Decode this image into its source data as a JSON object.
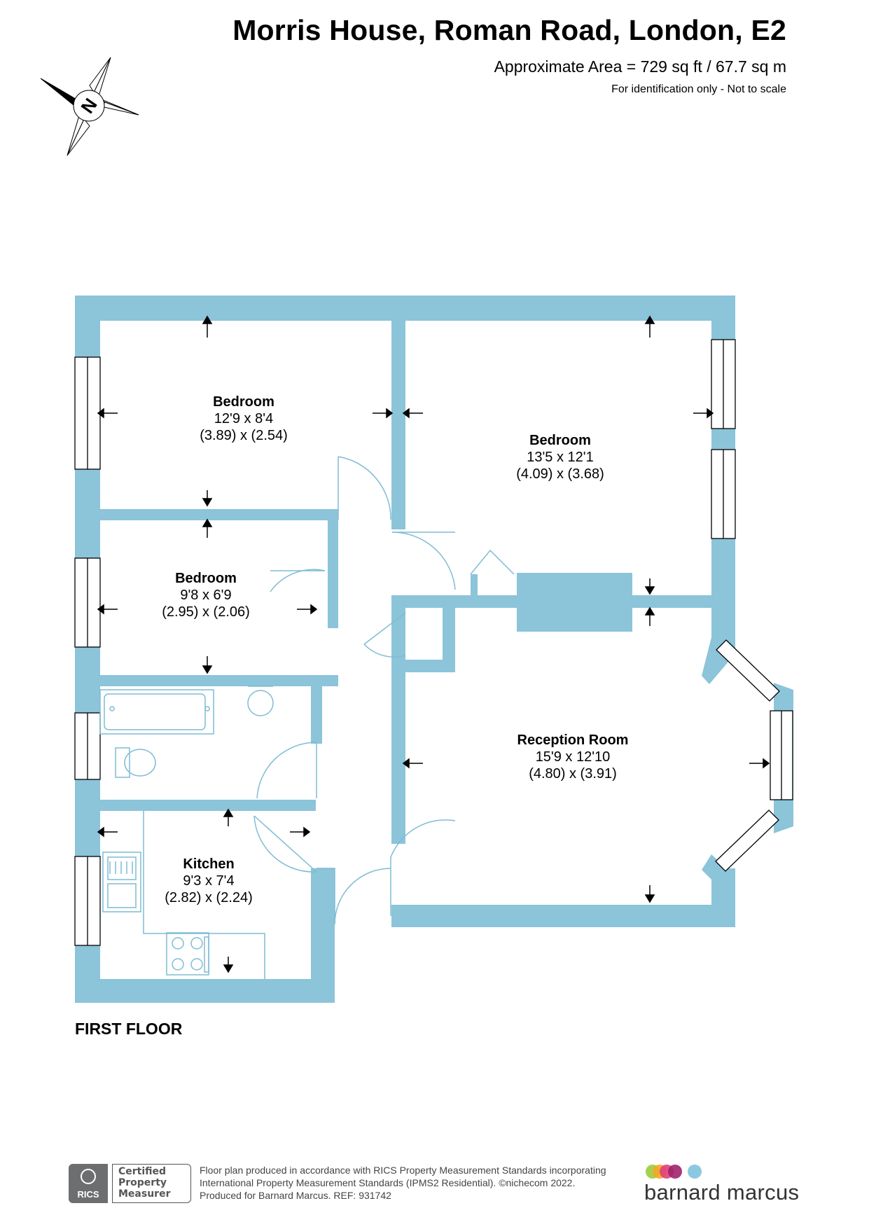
{
  "header": {
    "title": "Morris House, Roman Road, London, E2",
    "area": "Approximate Area = 729 sq ft / 67.7 sq m",
    "note": "For identification only - Not to scale"
  },
  "compass": {
    "label": "N",
    "icon": "compass-north-icon"
  },
  "rooms": [
    {
      "name": "Bedroom",
      "dims_imperial": "12'9 x 8'4",
      "dims_metric": "(3.89) x (2.54)"
    },
    {
      "name": "Bedroom",
      "dims_imperial": "13'5 x 12'1",
      "dims_metric": "(4.09) x (3.68)"
    },
    {
      "name": "Bedroom",
      "dims_imperial": "9'8 x 6'9",
      "dims_metric": "(2.95) x (2.06)"
    },
    {
      "name": "Reception Room",
      "dims_imperial": "15'9 x 12'10",
      "dims_metric": "(4.80) x (3.91)"
    },
    {
      "name": "Kitchen",
      "dims_imperial": "9'3 x 7'4",
      "dims_metric": "(2.82) x (2.24)"
    }
  ],
  "floor_label": "FIRST FLOOR",
  "footer": {
    "rics_badge": "RICS",
    "rics_cert": [
      "Certified",
      "Property",
      "Measurer"
    ],
    "lines": [
      "Floor plan produced in accordance with RICS Property Measurement Standards incorporating",
      "International Property Measurement Standards (IPMS2 Residential).   ©nichecom 2022.",
      "Produced for Barnard Marcus.    REF: 931742"
    ],
    "brand": "barnard marcus"
  },
  "colors": {
    "wall": "#8cc4da",
    "fixture_line": "#7fbcd3",
    "brand_dots": [
      "#9ccc3c",
      "#f5a623",
      "#e0407a",
      "#a0226e",
      "#7ec3de"
    ]
  }
}
